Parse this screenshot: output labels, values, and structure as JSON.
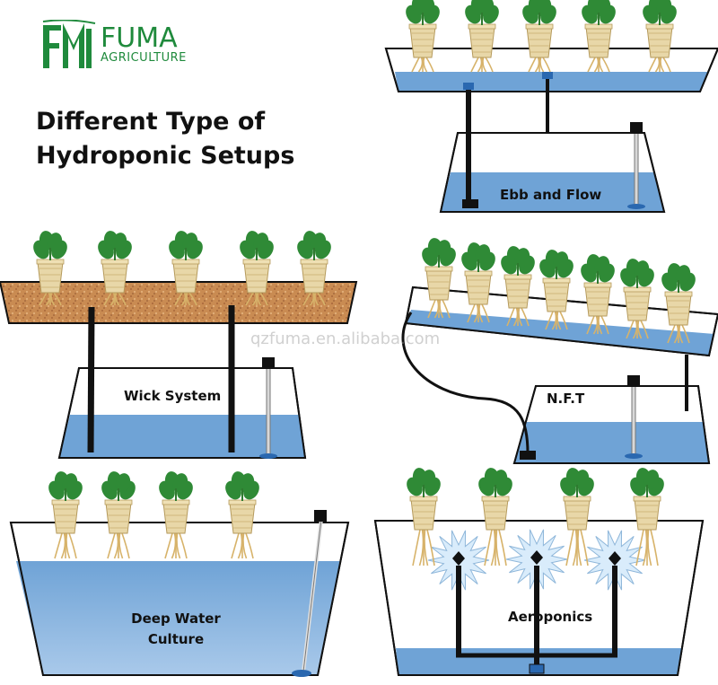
{
  "brand": {
    "name": "FUMA",
    "sub": "AGRICULTURE",
    "color": "#1f8a3c"
  },
  "title": {
    "line1": "Different Type of",
    "line2": "Hydroponic Setups"
  },
  "systems": {
    "ebb_flow": "Ebb and Flow",
    "wick": "Wick  System",
    "nft": "N.F.T",
    "dwc_line1": "Deep Water",
    "dwc_line2": "Culture",
    "aeroponics": "Aeroponics"
  },
  "watermark": "qzfuma.en.alibaba.com",
  "colors": {
    "water": "#6fa3d6",
    "water_light": "#a9c9ea",
    "soil": "#c8874e",
    "leaf": "#2f8a36",
    "pot": "#e8d7a8",
    "root": "#d7b36a",
    "mist": "#d9ecfb"
  }
}
